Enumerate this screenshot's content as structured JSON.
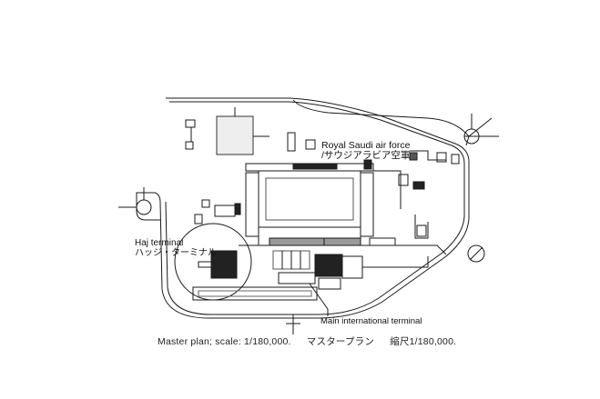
{
  "labels": {
    "royal_saudi_en": "Royal Saudi air force",
    "royal_saudi_ja": "/サウジアラビア空軍",
    "haj_en": "Haj terminal",
    "haj_ja": "ハッジ・ターミナル",
    "main_terminal": "Main international terminal"
  },
  "caption": {
    "en": "Master plan; scale: 1/180,000.",
    "ja_title": "マスタープラン",
    "ja_scale": "縮尺1/180,000."
  },
  "colors": {
    "ink": "#1a1a1a",
    "fill_dark": "#222222",
    "fill_gray": "#9a9a9a",
    "background": "#ffffff"
  }
}
